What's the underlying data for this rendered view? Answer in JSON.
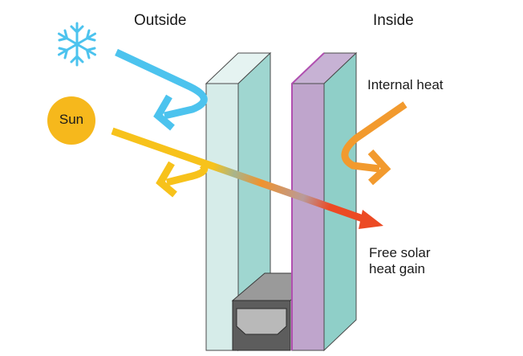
{
  "headers": {
    "outside": "Outside",
    "inside": "Inside"
  },
  "labels": {
    "sun": "Sun",
    "internal_heat": "Internal heat",
    "free_solar_line1": "Free solar",
    "free_solar_line2": "heat gain"
  },
  "icons": {
    "cold": "snowflake-icon",
    "sun": "sun-icon"
  },
  "colors": {
    "cold_arrow": "#4cc3ee",
    "sun_arrow": "#f7c21b",
    "internal_heat_arrow": "#f29a2e",
    "solar_gain_arrow": "#ec4a24",
    "sun_disc": "#f6b81c",
    "outer_pane": "#d6ece9",
    "outer_pane_side": "#9fd6d0",
    "inner_pane": "#bfa5cc",
    "inner_pane_side": "#8fcfc8",
    "coating": "#b04fb0",
    "spacer": "#8a8a8a"
  }
}
